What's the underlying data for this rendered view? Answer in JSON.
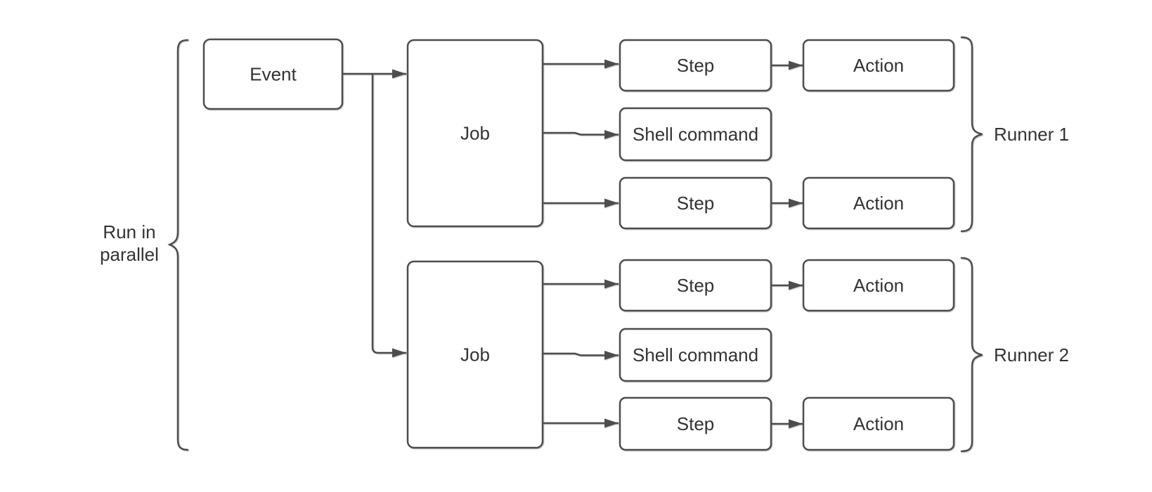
{
  "diagram": {
    "background_color": "#ffffff",
    "stroke_color": "#4d4d4d",
    "text_color": "#333333",
    "box_fill_color": "#ffffff",
    "labels": {
      "run_in_parallel_line1": "Run in",
      "run_in_parallel_line2": "parallel",
      "event": "Event",
      "job1": "Job",
      "job2": "Job",
      "runner1": "Runner 1",
      "runner2": "Runner 2",
      "step_1a": "Step",
      "action_1a": "Action",
      "shell_1": "Shell command",
      "step_1b": "Step",
      "action_1b": "Action",
      "step_2a": "Step",
      "action_2a": "Action",
      "shell_2": "Shell command",
      "step_2b": "Step",
      "action_2b": "Action"
    }
  }
}
